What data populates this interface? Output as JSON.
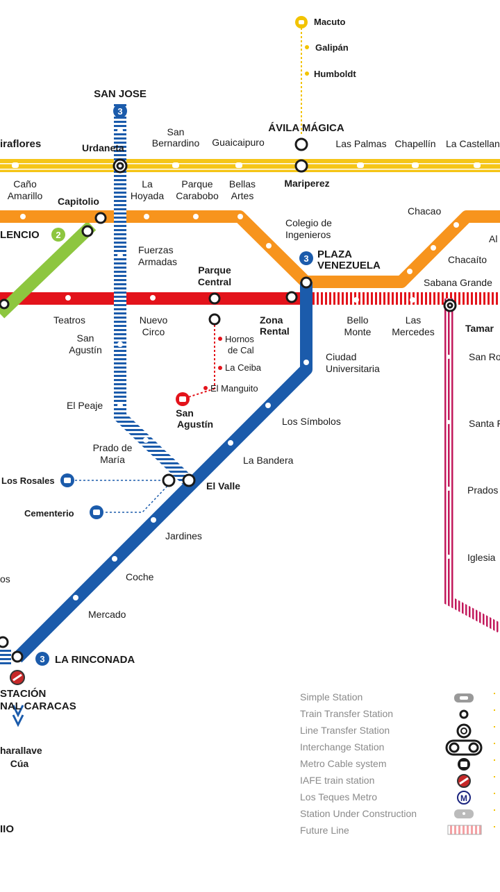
{
  "map": {
    "title": "Metro de Caracas",
    "colors": {
      "line1": "#e3131b",
      "line2": "#8dc63f",
      "line3": "#1b5bab",
      "line4": "#f7941d",
      "line5": "#f5a623",
      "metrocable": "#f2c300",
      "magenta": "#c2185b",
      "station_fill": "#ffffff"
    },
    "stations": {
      "macuto": "Macuto",
      "galipan": "Galipán",
      "humboldt": "Humboldt",
      "san_jose": "SAN JOSE",
      "avila": "ÁVILA MÁGICA",
      "miraflores": "iraflores",
      "urdaneta": "Urdaneta",
      "san_bernardino_1": "San",
      "san_bernardino_2": "Bernardino",
      "guaicaipuro": "Guaicaipuro",
      "las_palmas": "Las Palmas",
      "chapellin": "Chapellín",
      "la_castellana": "La Castellan",
      "mariperez": "Mariperez",
      "cano_1": "Caño",
      "cano_2": "Amarillo",
      "capitolio": "Capitolio",
      "la_hoyada_1": "La",
      "la_hoyada_2": "Hoyada",
      "parque_carabobo_1": "Parque",
      "parque_carabobo_2": "Carabobo",
      "bellas_1": "Bellas",
      "bellas_2": "Artes",
      "colegio_1": "Colegio de",
      "colegio_2": "Ingenieros",
      "chacao": "Chacao",
      "altamira": "Al",
      "chacaito": "Chacaíto",
      "valencio": "LENCIO",
      "fuerzas_1": "Fuerzas",
      "fuerzas_2": "Armadas",
      "parque_central_1": "Parque",
      "parque_central_2": "Central",
      "plaza_1": "PLAZA",
      "plaza_2": "VENEZUELA",
      "sabana_grande": "Sabana Grande",
      "teatros": "Teatros",
      "nuevo_1": "Nuevo",
      "nuevo_2": "Circo",
      "zona_1": "Zona",
      "zona_2": "Rental",
      "bello_1": "Bello",
      "bello_2": "Monte",
      "mercedes_1": "Las",
      "mercedes_2": "Mercedes",
      "tamanaco": "Tamar",
      "san_agustin_1": "San",
      "san_agustin_2": "Agustín",
      "hornos_1": "Hornos",
      "hornos_2": "de Cal",
      "la_ceiba": "La Ceiba",
      "el_manguito": "El Manguito",
      "san_agustin_mc_1": "San",
      "san_agustin_mc_2": "Agustín",
      "ciudad_1": "Ciudad",
      "ciudad_2": "Universitaria",
      "san_roman": "San Ro",
      "el_peaje": "El Peaje",
      "los_simbolos": "Los Símbolos",
      "santa_fe": "Santa F",
      "prado_1": "Prado de",
      "prado_2": "María",
      "la_bandera": "La Bandera",
      "los_rosales": "Los Rosales",
      "el_valle": "El Valle",
      "prados": "Prados",
      "cementerio": "Cementerio",
      "jardines": "Jardines",
      "iglesia": "Iglesia",
      "os": "os",
      "coche": "Coche",
      "mercado": "Mercado",
      "la_rinconada": "LA RINCONADA",
      "estacion_1": "STACIÓN",
      "estacion_2": "NAL CARACAS",
      "charallave": "harallave",
      "cua": "Cúa",
      "nio": "IIO"
    },
    "badges": {
      "line2": "2",
      "line3": "3"
    }
  },
  "legend": {
    "items": [
      "Simple Station",
      "Train Transfer Station",
      "Line Transfer Station",
      "Interchange Station",
      "Metro Cable system",
      "IAFE train station",
      "Los Teques Metro",
      "Station Under Construction",
      "Future Line"
    ],
    "metro_letter": "M"
  }
}
